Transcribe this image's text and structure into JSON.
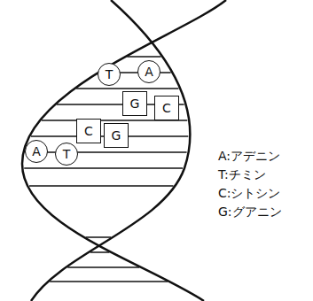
{
  "diagram": {
    "nodes": [
      {
        "text": [
          "T"
        ]
      },
      {
        "text": [
          "A"
        ]
      },
      {
        "text": [
          "G"
        ]
      },
      {
        "text": [
          "C"
        ]
      },
      {
        "text": [
          "C"
        ]
      },
      {
        "text": [
          "G"
        ]
      },
      {
        "text": [
          "A"
        ]
      },
      {
        "text": [
          "T"
        ]
      }
    ],
    "labels": [
      "A:アデニン",
      "T:チミン",
      "C:シトシン",
      "G:グアニン"
    ]
  }
}
